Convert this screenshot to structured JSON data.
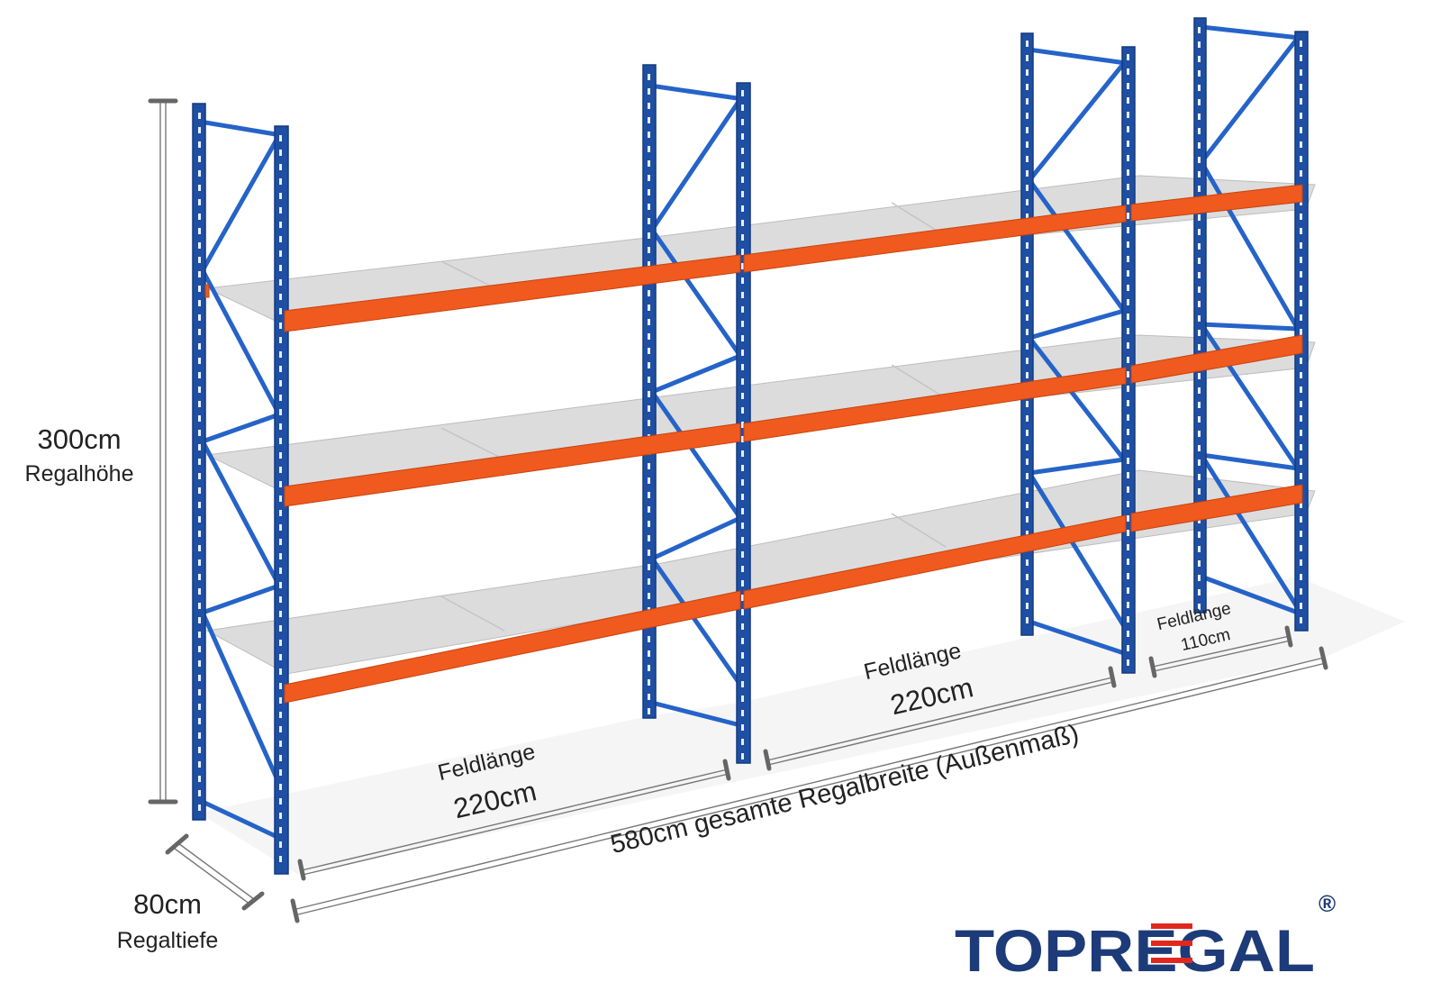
{
  "height": {
    "value": "300cm",
    "label": "Regalhöhe"
  },
  "depth": {
    "value": "80cm",
    "label": "Regaltiefe"
  },
  "total_width": {
    "text": "580cm gesamte Regalbreite  (Außenmaß)"
  },
  "fields": [
    {
      "label": "Feldlänge",
      "value": "220cm"
    },
    {
      "label": "Feldlänge",
      "value": "220cm"
    },
    {
      "label": "Feldlänge",
      "value": "110cm"
    }
  ],
  "logo": {
    "text": "TOPREGAL",
    "registered": "®"
  },
  "colors": {
    "upright": "#1f4fa3",
    "brace": "#2563c8",
    "beam": "#f05a1e",
    "deck": "#dcdcdc",
    "logo": "#1d3b78"
  }
}
